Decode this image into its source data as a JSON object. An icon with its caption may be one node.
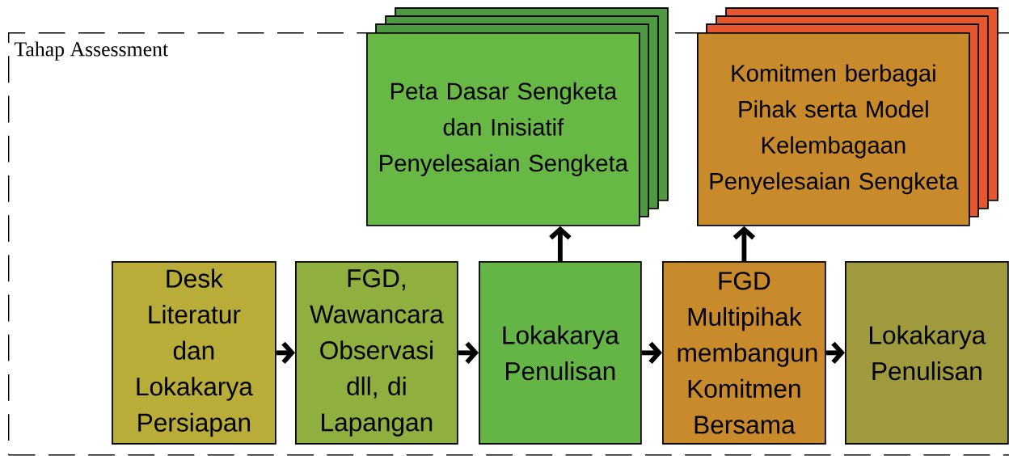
{
  "diagram": {
    "nodes": [
      {
        "text": [
          "Tahap Assessment"
        ]
      },
      {
        "text": [
          "Desk Literatur dan Lokakarya Persiapan"
        ],
        "in": 0
      },
      {
        "text": [
          "FGD, Wawancara Observasi dll, di Lapangan"
        ],
        "in": 0
      },
      {
        "text": [
          "Lokakarya Penulisan"
        ],
        "in": 0
      },
      {
        "text": [
          "FGD Multipihak membangun Komitmen Bersama"
        ],
        "in": 0
      },
      {
        "text": [
          "Lokakarya Penulisan"
        ],
        "in": 0
      },
      {
        "text": [
          "Peta Dasar Sengketa dan Inisiatif Penyelesaian Sengketa"
        ]
      },
      {
        "text": [
          "Komitmen berbagai Pihak serta Model Kelembagaan Penyelesaian Sengketa"
        ]
      }
    ],
    "edges": [
      {
        "from": 1,
        "to": 2,
        "arrow": "to"
      },
      {
        "from": 2,
        "to": 3,
        "arrow": "to"
      },
      {
        "from": 3,
        "to": 4,
        "arrow": "to"
      },
      {
        "from": 4,
        "to": 5,
        "arrow": "to"
      },
      {
        "from": 3,
        "to": 6,
        "arrow": "to"
      },
      {
        "from": 4,
        "to": 7,
        "arrow": "to"
      }
    ]
  }
}
